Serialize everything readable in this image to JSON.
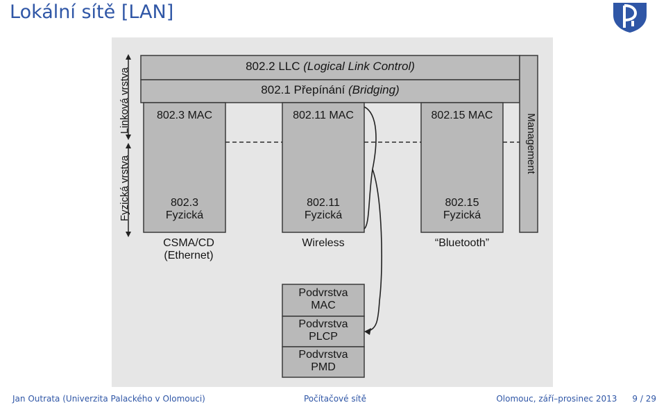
{
  "slide": {
    "title": "Lokální sítě [LAN]"
  },
  "diagram": {
    "band_llc": {
      "code": "802.2 LLC",
      "name": "(Logical Link Control)"
    },
    "band_bridging": {
      "code": "802.1 Přepínání",
      "name": "(Bridging)"
    },
    "axis_link": "Linková vrstva",
    "axis_phys": "Fyzická vrstva",
    "management": "Management",
    "columns": [
      {
        "mac": "802.3 MAC",
        "phy": "802.3 Fyzická",
        "caption": "CSMA/CD (Ethernet)"
      },
      {
        "mac": "802.11 MAC",
        "phy": "802.11 Fyzická",
        "caption": "Wireless"
      },
      {
        "mac": "802.15 MAC",
        "phy": "802.15 Fyzická",
        "caption": "“Bluetooth”"
      }
    ],
    "sublayers": [
      "Podvrstva MAC",
      "Podvrstva PLCP",
      "Podvrstva PMD"
    ]
  },
  "footer": {
    "author": "Jan Outrata (Univerzita Palackého v Olomouci)",
    "course": "Počítačové sítě",
    "place_date": "Olomouc, září–prosinec 2013",
    "page": "9 / 29"
  },
  "colors": {
    "accent": "#2f56a6",
    "block": "#b9b9b9",
    "photo_bg": "#e6e6e6"
  }
}
